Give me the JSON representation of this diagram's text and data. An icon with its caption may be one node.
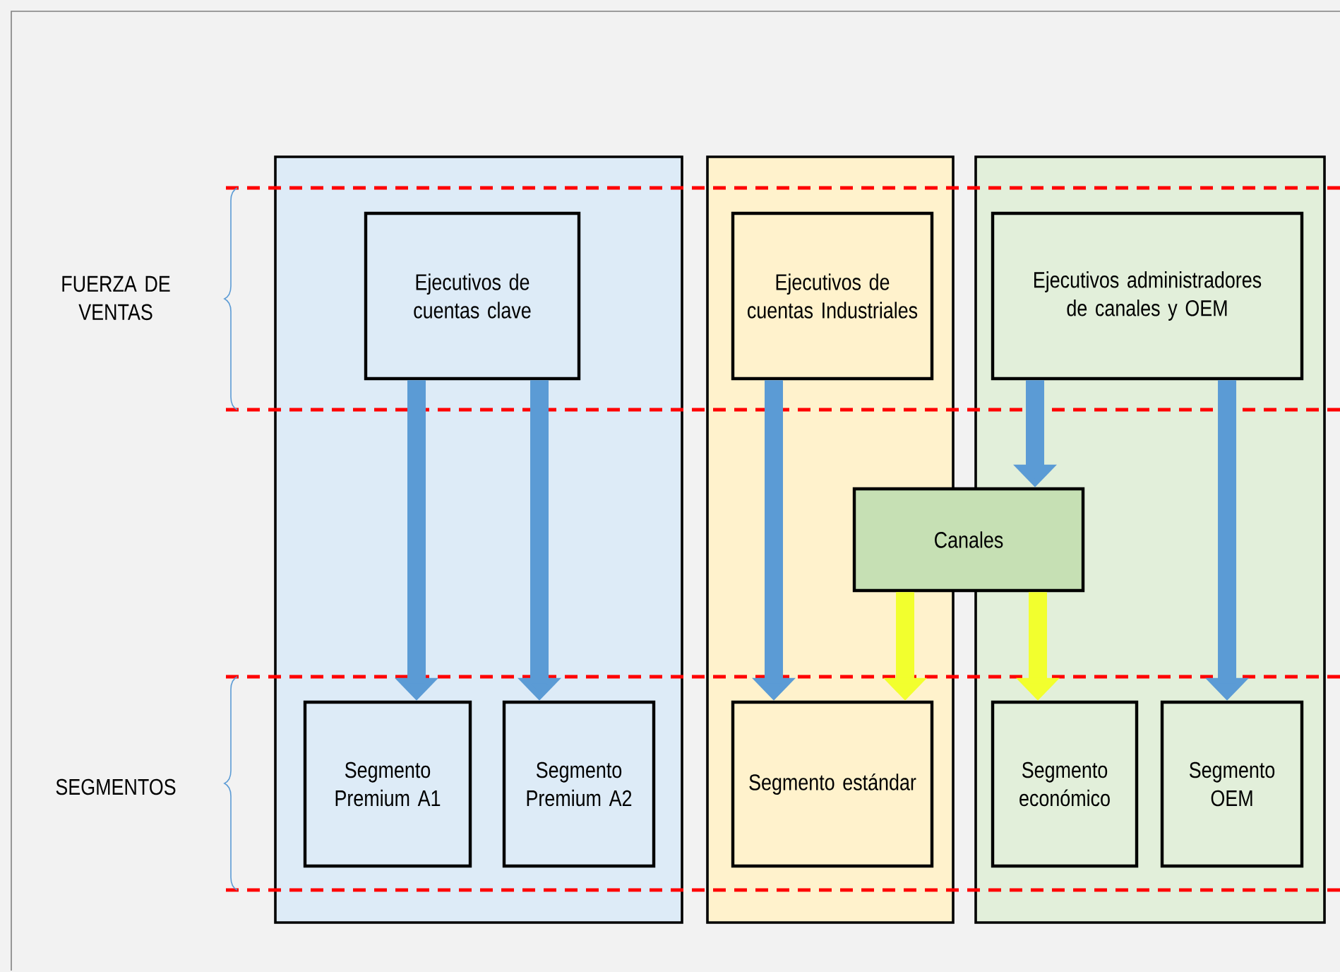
{
  "diagram": {
    "nodes": [
      {
        "text": [],
        "shape": "box"
      },
      {
        "text": [],
        "shape": "box"
      },
      {
        "text": [],
        "shape": "box"
      },
      {
        "text": [
          "Ejecutivos de cuentas clave"
        ],
        "in": 0
      },
      {
        "text": [
          "Ejecutivos de cuentas Industriales"
        ],
        "in": 1
      },
      {
        "text": [
          "Ejecutivos administradores de canales y OEM"
        ],
        "in": 2
      },
      {
        "text": [
          "Canales"
        ]
      },
      {
        "text": [
          "Segmento Premium A1"
        ],
        "in": 0
      },
      {
        "text": [
          "Segmento Premium A2"
        ],
        "in": 0
      },
      {
        "text": [
          "Segmento estándar"
        ],
        "in": 1
      },
      {
        "text": [
          "Segmento económico"
        ],
        "in": 2
      },
      {
        "text": [
          "Segmento OEM"
        ],
        "in": 2
      }
    ],
    "edges": [
      {
        "from": 3,
        "to": 7,
        "arrow": "to"
      },
      {
        "from": 3,
        "to": 8,
        "arrow": "to"
      },
      {
        "from": 4,
        "to": 9,
        "arrow": "to"
      },
      {
        "from": 5,
        "to": 6,
        "arrow": "to"
      },
      {
        "from": 6,
        "to": 9,
        "arrow": "to",
        "color": "#f2ff2e"
      },
      {
        "from": 6,
        "to": 10,
        "arrow": "to",
        "color": "#f2ff2e"
      },
      {
        "from": 5,
        "to": 11,
        "arrow": "to"
      }
    ],
    "labels": [
      "FUERZA DE VENTAS",
      "SEGMENTOS"
    ]
  }
}
